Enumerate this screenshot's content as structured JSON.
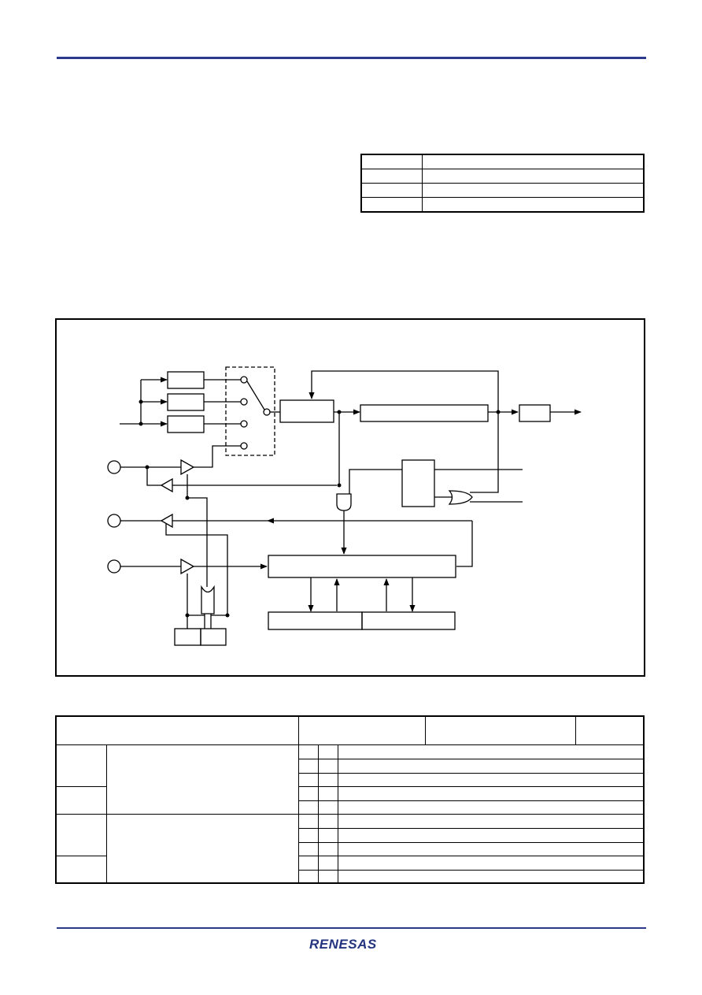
{
  "header": {
    "rule_color": "#2b3a8c"
  },
  "spec_table": {
    "rows": 4,
    "columns": 2
  },
  "block_diagram": {
    "frame": "block-diagram"
  },
  "register_table": {
    "header_columns": 4,
    "groups": 4,
    "rows_per_group": 5
  },
  "footer": {
    "logo": "RENESAS",
    "brand_color": "#24347f"
  }
}
